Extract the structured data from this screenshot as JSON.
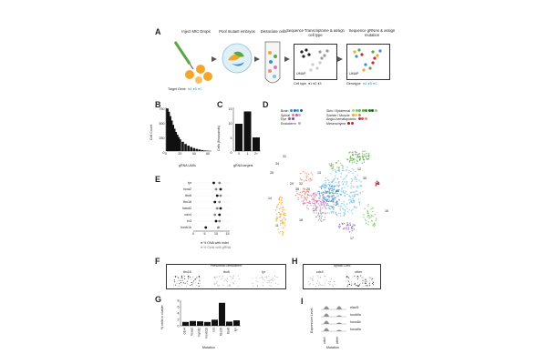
{
  "panels": {
    "A": {
      "label": "A",
      "steps": [
        "Inject MIC-Drops",
        "Pool mutant embryos",
        "Dissociate cells",
        "Sequence Transcriptome & assign cell type",
        "Sequence gRNAs & assign mutation"
      ],
      "target_gene": "Target Gene",
      "target_legend": "●A ●B ●C",
      "celltype": "Cell type",
      "celltype_legend": "●1 ●2 ●3",
      "genotype": "Genotype",
      "genotype_legend": "●A ●B ●C",
      "umap": "UMAP"
    },
    "B": {
      "label": "B",
      "ylabel": "Cell Count",
      "xlabel": "gRNA UMIs",
      "yticks": [
        "750",
        "500",
        "250",
        "0"
      ],
      "xticks": [
        "0",
        "20",
        "40",
        "60"
      ]
    },
    "C": {
      "label": "C",
      "ylabel": "Cells (thousands)",
      "xlabel": "gRNA targets",
      "yticks": [
        "15",
        "10",
        "5",
        "0"
      ],
      "xticks": [
        "0",
        "1",
        "2+"
      ]
    },
    "D": {
      "label": "D",
      "legend_left": [
        "Brain",
        "Spinal",
        "Eye",
        "Endoderm"
      ],
      "legend_right": [
        "Skin / Epidermal",
        "Somite / Muscle",
        "Angio-hematopoietic",
        "Mesenchyme"
      ],
      "cluster_numbers": [
        "34",
        "31",
        "26",
        "13",
        "12",
        "29",
        "30",
        "41",
        "32",
        "38",
        "14",
        "40",
        "25",
        "16",
        "11",
        "17",
        "18"
      ]
    },
    "E": {
      "label": "E",
      "genes": [
        "tyr",
        "foxa2",
        "tbx6",
        "tbx16",
        "hand2",
        "cdx4",
        "rx3",
        "hoxb1b"
      ],
      "xticks": [
        "0",
        "5",
        "10",
        "15"
      ],
      "legend": [
        "% DNA with indel",
        "% Cells with gRNA"
      ]
    },
    "F": {
      "label": "F",
      "title": "Presomitic Mesoderm",
      "subs": [
        "tbx16",
        "tbx6",
        "tyr"
      ]
    },
    "H": {
      "label": "H",
      "title": "Spinal Cord",
      "subs": [
        "cdx4",
        "other"
      ]
    },
    "G": {
      "label": "G",
      "ylabel": "% cells in cluster",
      "xlabel": "Mutation",
      "yticks": [
        "8",
        "6",
        "4",
        "2",
        "0"
      ],
      "categories": [
        "cdx4",
        "foxa2",
        "hand2",
        "hoxb1b",
        "rx3",
        "tbx16",
        "tbx6",
        "tyr"
      ]
    },
    "I": {
      "label": "I",
      "ylabel": "Expression Level",
      "xlabel": "Mutation",
      "genes": [
        "elavl3",
        "hoxb9a",
        "hoxc6b",
        "hoxa9a"
      ],
      "categories": [
        "cdx4",
        "other"
      ]
    }
  },
  "chart_data": [
    {
      "type": "bar",
      "panel": "B",
      "ylabel": "Cell Count",
      "xlabel": "gRNA UMIs",
      "x": [
        2,
        4,
        6,
        8,
        10,
        12,
        14,
        16,
        18,
        20,
        24,
        28,
        32,
        36,
        40,
        44,
        48,
        52,
        56,
        60
      ],
      "values": [
        780,
        720,
        640,
        560,
        480,
        410,
        350,
        300,
        255,
        215,
        170,
        130,
        100,
        75,
        55,
        40,
        28,
        18,
        10,
        5
      ],
      "ylim": [
        0,
        800
      ],
      "xlim": [
        0,
        65
      ]
    },
    {
      "type": "bar",
      "panel": "C",
      "ylabel": "Cells (thousands)",
      "xlabel": "gRNA targets",
      "categories": [
        "0",
        "1",
        "2+"
      ],
      "values": [
        10,
        14.5,
        5
      ],
      "ylim": [
        0,
        16
      ]
    },
    {
      "type": "scatter",
      "panel": "E",
      "categories": [
        "tyr",
        "foxa2",
        "tbx6",
        "tbx16",
        "hand2",
        "cdx4",
        "rx3",
        "hoxb1b"
      ],
      "series": [
        {
          "name": "% DNA with indel",
          "values": [
            9,
            12,
            10.5,
            9.5,
            12,
            11.5,
            10,
            5.5
          ]
        },
        {
          "name": "% Cells with gRNA",
          "values": [
            11.5,
            10,
            12,
            11.5,
            10.5,
            9.5,
            11.5,
            11
          ]
        }
      ],
      "xlim": [
        0,
        16
      ]
    },
    {
      "type": "bar",
      "panel": "G",
      "ylabel": "% cells in cluster",
      "xlabel": "Mutation",
      "categories": [
        "cdx4",
        "foxa2",
        "hand2",
        "hoxb1b",
        "rx3",
        "tbx16",
        "tbx6",
        "tyr"
      ],
      "values": [
        1.2,
        1.5,
        1.4,
        1.2,
        1.9,
        7.2,
        1.3,
        1.7
      ],
      "ylim": [
        0,
        8
      ]
    }
  ],
  "colors": {
    "orange": "#f4a62a",
    "green": "#5aa845",
    "blue": "#3b8fd1",
    "pink": "#d97ab5",
    "skyblue": "#7fc4e8",
    "salmon": "#f08c7a",
    "red": "#c7292f",
    "purple": "#8e5ea8",
    "gray": "#999999"
  }
}
